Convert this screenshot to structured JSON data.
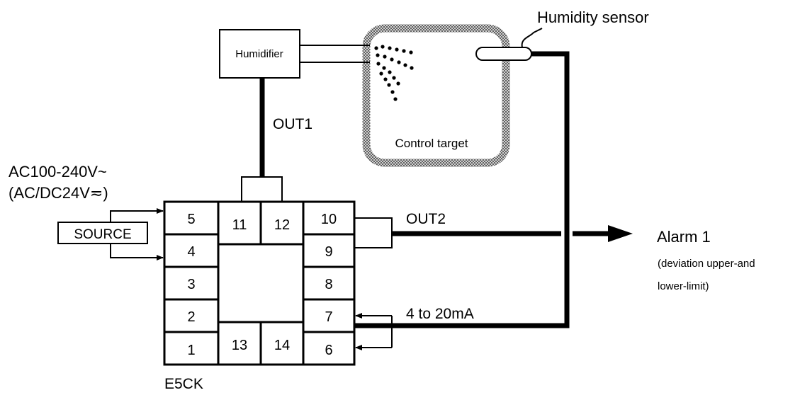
{
  "labels": {
    "humidity_sensor": "Humidity sensor",
    "humidifier": "Humidifier",
    "out1": "OUT1",
    "control_target": "Control target",
    "supply_line1": "AC100-240V~",
    "supply_line2": "(AC/DC24V≂)",
    "source": "SOURCE",
    "out2": "OUT2",
    "alarm_title": "Alarm 1",
    "alarm_desc_line1": "(deviation upper-and",
    "alarm_desc_line2": "lower-limit)",
    "current_range": "4 to 20mA",
    "model": "E5CK"
  },
  "terminals": {
    "t1": "1",
    "t2": "2",
    "t3": "3",
    "t4": "4",
    "t5": "5",
    "t6": "6",
    "t7": "7",
    "t8": "8",
    "t9": "9",
    "t10": "10",
    "t11": "11",
    "t12": "12",
    "t13": "13",
    "t14": "14"
  },
  "colors": {
    "line": "#000000",
    "chamber_border": "#8c8c8c",
    "background": "#ffffff"
  }
}
